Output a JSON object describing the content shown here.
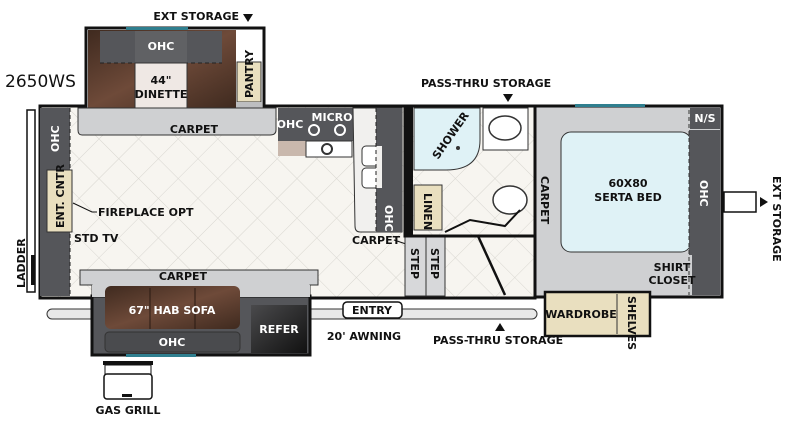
{
  "model": "2650WS",
  "labels": {
    "ext_storage_top": "EXT STORAGE",
    "dinette_ohc": "OHC",
    "dinette": [
      "44\"",
      "DINETTE"
    ],
    "pantry": "PANTRY",
    "carpet_dinette": "CARPET",
    "ohc_left_wall": "OHC",
    "ent_cntr": "ENT. CNTR",
    "fireplace": "FIREPLACE OPT",
    "std_tv": "STD TV",
    "ladder": "LADDER",
    "kitchen_ohc": "OHC",
    "micro": "MICRO",
    "kitchen_ohc_right": "OHC",
    "carpet_entry": "CARPET",
    "step_1": "STEP",
    "step_2": "STEP",
    "pass_thru_top": "PASS-THRU STORAGE",
    "shower": "SHOWER",
    "linen": "LINEN",
    "carpet_bedroom": "CARPET",
    "bed": [
      "60X80",
      "SERTA BED"
    ],
    "ns": "N/S",
    "bedroom_ohc": "OHC",
    "shirt_closet": [
      "SHIRT",
      "CLOSET"
    ],
    "ext_storage_right": "EXT STORAGE",
    "carpet_living": "CARPET",
    "sofa": "67\" HAB SOFA",
    "sofa_ohc": "OHC",
    "refer": "REFER",
    "entry": "ENTRY",
    "awning": "20' AWNING",
    "pass_thru_bottom": "PASS-THRU STORAGE",
    "wardrobe": "WARDROBE",
    "shelves": "SHELVES",
    "gas_grill": "GAS GRILL"
  },
  "colors": {
    "wall": "#1a1a1a",
    "cabinet": "#56575a",
    "carpet": "#cfd0d2",
    "floor_tile": "#f6f4ef",
    "upholstery": "#5a3a2a",
    "storage_beige": "#e9dfbf",
    "bed": "#dff2f6",
    "window": "#2f7f8f"
  }
}
